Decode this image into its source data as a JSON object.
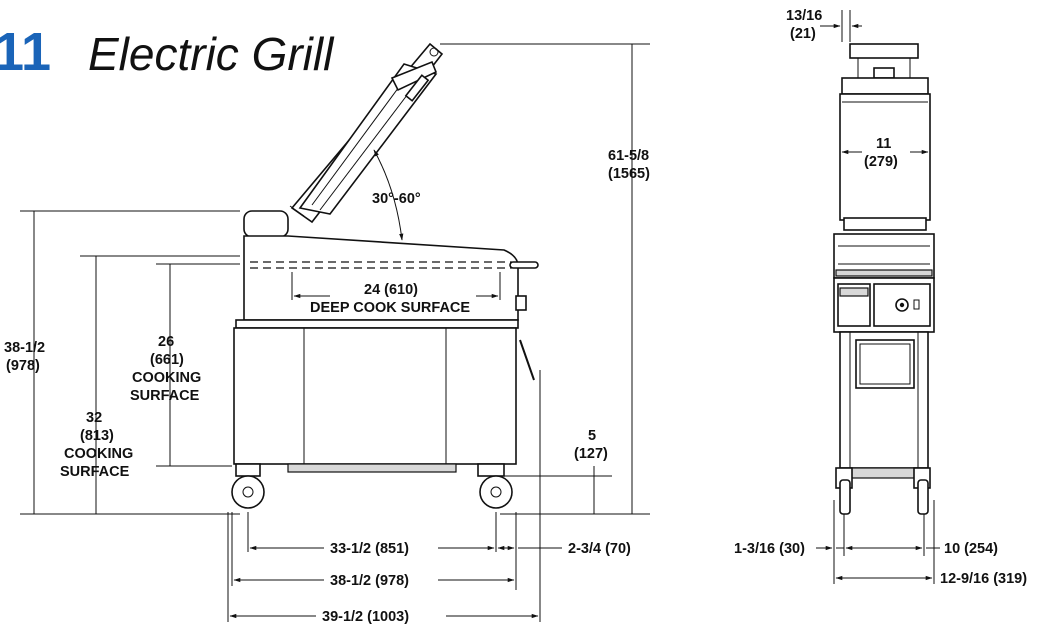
{
  "title": {
    "number": "11",
    "text": "Electric Grill"
  },
  "colors": {
    "accent": "#1a64b8",
    "line": "#111111",
    "fill": "#ffffff",
    "panel": "#d8d8d8"
  },
  "dims": {
    "angle": "30°-60°",
    "overall_height": [
      "61-5/8",
      "(1565)"
    ],
    "top_height": [
      "38-1/2",
      "(978)"
    ],
    "cook_height_32": [
      "32",
      "(813)",
      "COOKING",
      "SURFACE"
    ],
    "cook_height_26": [
      "26",
      "(661)",
      "COOKING",
      "SURFACE"
    ],
    "deep_cook": [
      "24 (610)",
      "DEEP COOK SURFACE"
    ],
    "clearance": [
      "5",
      "(127)"
    ],
    "width_33": "33-1/2 (851)",
    "offset_2": "2-3/4 (70)",
    "width_38": "38-1/2 (978)",
    "width_39": "39-1/2 (1003)",
    "handle": [
      "13/16",
      "(21)"
    ],
    "platen": [
      "11",
      "(279)"
    ],
    "side_1": "1-3/16 (30)",
    "side_10": "10 (254)",
    "side_12": "12-9/16 (319)"
  }
}
